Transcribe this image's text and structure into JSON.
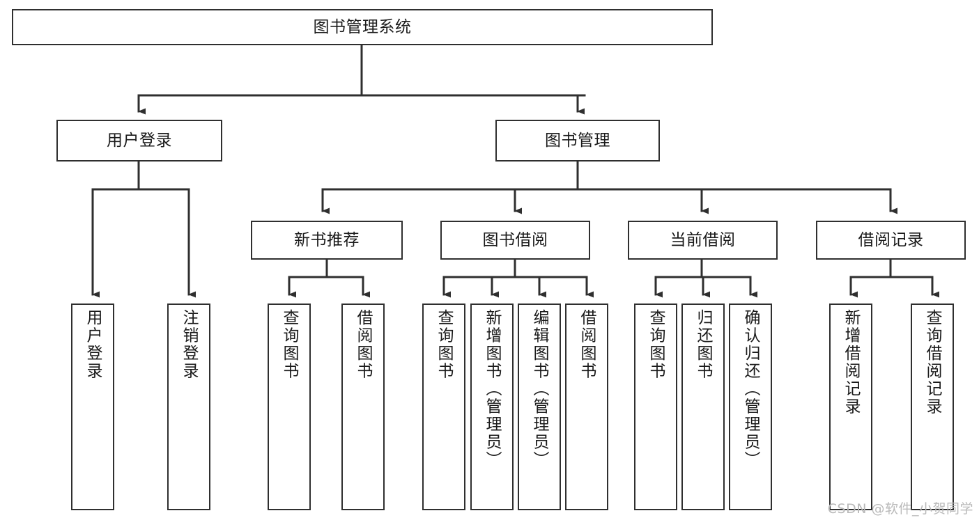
{
  "diagram": {
    "type": "tree-hierarchy",
    "title": "图书管理系统",
    "root": {
      "id": "root",
      "label": "图书管理系统"
    },
    "level2": [
      {
        "id": "user-login",
        "label": "用户登录"
      },
      {
        "id": "book-management",
        "label": "图书管理"
      }
    ],
    "level3": [
      {
        "id": "new-book-recommend",
        "label": "新书推荐",
        "parent": "book-management"
      },
      {
        "id": "book-borrow",
        "label": "图书借阅",
        "parent": "book-management"
      },
      {
        "id": "current-borrow",
        "label": "当前借阅",
        "parent": "book-management"
      },
      {
        "id": "borrow-record",
        "label": "借阅记录",
        "parent": "book-management"
      }
    ],
    "leaves": {
      "user_login": [
        {
          "id": "leaf-user-login",
          "label": "用户登录"
        },
        {
          "id": "leaf-user-logout",
          "label": "注销登录"
        }
      ],
      "new_book_recommend": [
        {
          "id": "leaf-query-book-1",
          "label": "查询图书"
        },
        {
          "id": "leaf-borrow-book-1",
          "label": "借阅图书"
        }
      ],
      "book_borrow": [
        {
          "id": "leaf-query-book-2",
          "label": "查询图书"
        },
        {
          "id": "leaf-add-book",
          "label": "新增图书（管理员）"
        },
        {
          "id": "leaf-edit-book",
          "label": "编辑图书（管理员）"
        },
        {
          "id": "leaf-borrow-book-2",
          "label": "借阅图书"
        }
      ],
      "current_borrow": [
        {
          "id": "leaf-query-book-3",
          "label": "查询图书"
        },
        {
          "id": "leaf-return-book",
          "label": "归还图书"
        },
        {
          "id": "leaf-confirm-return",
          "label": "确认归还（管理员）"
        }
      ],
      "borrow_record": [
        {
          "id": "leaf-add-record",
          "label": "新增借阅记录"
        },
        {
          "id": "leaf-query-record",
          "label": "查询借阅记录"
        }
      ]
    },
    "colors": {
      "stroke": "#2f2f2f",
      "fill": "#ffffff",
      "text": "#1a1a1a",
      "watermark": "#b9b9b9"
    }
  },
  "watermark": {
    "text": "CSDN @软件_小贺同学"
  }
}
